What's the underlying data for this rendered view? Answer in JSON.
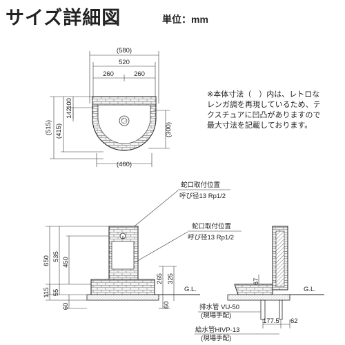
{
  "heading": {
    "title": "サイズ詳細図",
    "unit": "単位：mm"
  },
  "note": "※本体寸法（　）内は、レトロなレンガ調を再現しているため、テクスチュアに凹凸がありますので最大寸法を記載しております。",
  "top_view": {
    "width_outer": "(580)",
    "width": "520",
    "half_left": "260",
    "half_right": "260",
    "depth_outer": "(515)",
    "depth_415": "(415)",
    "depth_100": "100",
    "depth_142": "142",
    "bowl_300": "(300)",
    "bowl_460": "(460)"
  },
  "front_view": {
    "faucet_title": "蛇口取付位置",
    "faucet_spec": "呼び径13 Rp1/2",
    "h_650": "650",
    "h_535": "535",
    "h_450": "450",
    "h_115": "115",
    "h_55": "55",
    "h_60": "60"
  },
  "side_view": {
    "faucet_title": "蛇口取付位置",
    "faucet_spec": "呼び径13 Rp1/2",
    "h_265": "265",
    "h_325": "325",
    "h_60": "60",
    "gl_left": "G.L.",
    "gl_right": "G.L.",
    "d_67": "67",
    "d_1775": "177.5",
    "d_62": "62",
    "drain_pipe": "排水管 VU-50",
    "drain_note": "(現場手配)",
    "supply_pipe": "給水管HIVP-13",
    "supply_note": "(現場手配)"
  }
}
